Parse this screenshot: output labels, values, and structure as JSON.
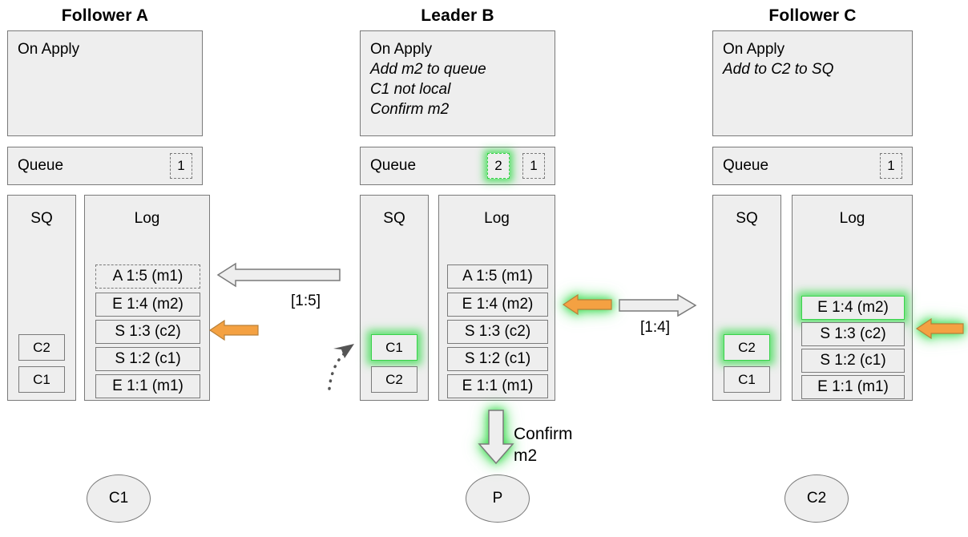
{
  "colors": {
    "box_fill": "#eeeeee",
    "box_stroke": "#7a7a7a",
    "highlight": "#39d24a",
    "orange_arrow": "#f4a142",
    "grey_arrow": "#eeeeee"
  },
  "columns": [
    {
      "id": "follower-a",
      "title": "Follower A",
      "on_apply": {
        "heading": "On Apply",
        "lines": []
      },
      "queue": {
        "label": "Queue",
        "slots": [
          {
            "value": "1",
            "highlighted": false,
            "dashed": true
          }
        ]
      },
      "sq": {
        "title": "SQ",
        "items": [
          {
            "label": "C2",
            "highlighted": false
          },
          {
            "label": "C1",
            "highlighted": false
          }
        ]
      },
      "log": {
        "title": "Log",
        "entries": [
          {
            "text": "A 1:5 (m1)",
            "dashed": true,
            "highlighted": false
          },
          {
            "text": "E 1:4 (m2)",
            "dashed": false,
            "highlighted": false
          },
          {
            "text": "S 1:3 (c2)",
            "dashed": false,
            "highlighted": false
          },
          {
            "text": "S 1:2 (c1)",
            "dashed": false,
            "highlighted": false
          },
          {
            "text": "E 1:1 (m1)",
            "dashed": false,
            "highlighted": false
          }
        ]
      },
      "node": {
        "label": "C1"
      }
    },
    {
      "id": "leader-b",
      "title": "Leader B",
      "on_apply": {
        "heading": "On Apply",
        "lines": [
          "Add m2 to queue",
          "C1 not local",
          "Confirm m2"
        ]
      },
      "queue": {
        "label": "Queue",
        "slots": [
          {
            "value": "2",
            "highlighted": true,
            "dashed": true
          },
          {
            "value": "1",
            "highlighted": false,
            "dashed": true
          }
        ]
      },
      "sq": {
        "title": "SQ",
        "items": [
          {
            "label": "C1",
            "highlighted": true
          },
          {
            "label": "C2",
            "highlighted": false
          }
        ]
      },
      "log": {
        "title": "Log",
        "entries": [
          {
            "text": "A 1:5 (m1)",
            "dashed": false,
            "highlighted": false
          },
          {
            "text": "E 1:4 (m2)",
            "dashed": false,
            "highlighted": false
          },
          {
            "text": "S 1:3 (c2)",
            "dashed": false,
            "highlighted": false
          },
          {
            "text": "S 1:2 (c1)",
            "dashed": false,
            "highlighted": false
          },
          {
            "text": "E 1:1 (m1)",
            "dashed": false,
            "highlighted": false
          }
        ]
      },
      "node": {
        "label": "P"
      }
    },
    {
      "id": "follower-c",
      "title": "Follower C",
      "on_apply": {
        "heading": "On Apply",
        "lines": [
          "Add to C2 to SQ"
        ]
      },
      "queue": {
        "label": "Queue",
        "slots": [
          {
            "value": "1",
            "highlighted": false,
            "dashed": true
          }
        ]
      },
      "sq": {
        "title": "SQ",
        "items": [
          {
            "label": "C2",
            "highlighted": true
          },
          {
            "label": "C1",
            "highlighted": false
          }
        ]
      },
      "log": {
        "title": "Log",
        "entries": [
          {
            "text": "E 1:4 (m2)",
            "dashed": false,
            "highlighted": true
          },
          {
            "text": "S 1:3 (c2)",
            "dashed": false,
            "highlighted": false
          },
          {
            "text": "S 1:2 (c1)",
            "dashed": false,
            "highlighted": false
          },
          {
            "text": "E 1:1 (m1)",
            "dashed": false,
            "highlighted": false
          }
        ]
      },
      "node": {
        "label": "C2"
      }
    }
  ],
  "arrows": {
    "ab_replication_label": "[1:5]",
    "bc_replication_label": "[1:4]",
    "confirm_label_line1": "Confirm",
    "confirm_label_line2": "m2"
  }
}
